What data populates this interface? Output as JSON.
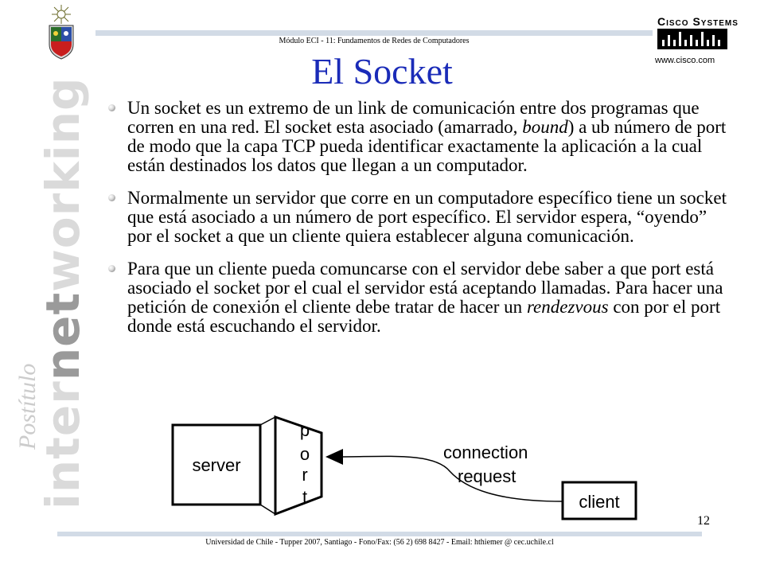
{
  "header": {
    "course": "Módulo ECI - 11: Fundamentos de Redes de Computadores",
    "title": "El Socket",
    "cisco_name": "Cisco Systems",
    "cisco_url": "www.cisco.com"
  },
  "side": {
    "word_light_1": "inter",
    "word_dark": "net",
    "word_light_2": "working",
    "postitulo": "Postítulo"
  },
  "bullets": [
    {
      "text": "Un socket es un extremo de un link de comunicación entre dos programas que corren en una red. El socket esta asociado (amarrado, ",
      "em": "bound",
      "after": ") a ub número de port de modo que la capa TCP pueda identificar exactamente la aplicación a la cual están destinados los datos que llegan a un computador."
    },
    {
      "text": "Normalmente un servidor que corre en un computadore específico tiene un socket que está asociado a un número de port específico. El servidor espera, “oyendo” por el socket a que un cliente quiera establecer alguna comunicación.",
      "em": "",
      "after": ""
    },
    {
      "text": "Para que un cliente pueda comuncarse con el servidor debe saber a que port está asociado el socket por el cual el servidor está aceptando llamadas. Para hacer una petición de conexión el cliente debe tratar de hacer un ",
      "em": "rendezvous",
      "after": " con por el port donde está escuchando el servidor."
    }
  ],
  "diagram": {
    "server": "server",
    "port_letters": [
      "p",
      "o",
      "r",
      "t"
    ],
    "connection": "connection",
    "request": "request",
    "client": "client"
  },
  "footer": {
    "page": "12",
    "text": "Universidad de Chile - Tupper 2007, Santiago - Fono/Fax: (56 2) 698 8427 - Email: hthiemer @ cec.uchile.cl"
  }
}
